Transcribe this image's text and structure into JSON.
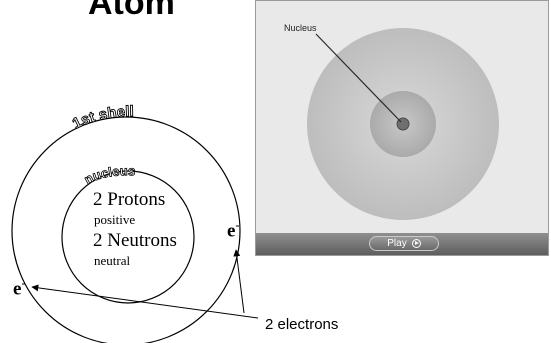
{
  "title": "Atom",
  "shell_label": "1st shell",
  "nucleus_label": "nucleus",
  "nucleus_lines": [
    {
      "text": "2 Protons"
    },
    {
      "text": "positive"
    },
    {
      "text": "2 Neutrons"
    },
    {
      "text": "neutral"
    }
  ],
  "electron_symbol": "e",
  "electron_charge": "-",
  "electron_note": "2 electrons",
  "viewer": {
    "label": "Nucleus",
    "play_label": "Play"
  },
  "colors": {
    "stroke": "#000000",
    "viewer_bg": "#e9e9e9",
    "atom_outer": "#c4c4c4",
    "atom_inner": "#b0b0b0",
    "nucleus_dot": "#6f6f6f",
    "control_bar": "#707070"
  }
}
